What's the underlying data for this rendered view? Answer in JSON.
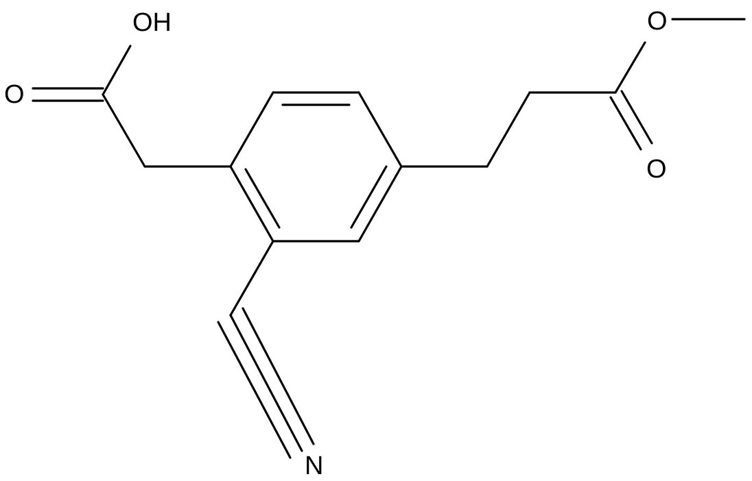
{
  "molecule": {
    "atoms": {
      "oh": "OH",
      "o_carbonyl_left": "O",
      "o_ester": "O",
      "o_carbonyl_right": "O",
      "n_nitrile": "N"
    }
  }
}
